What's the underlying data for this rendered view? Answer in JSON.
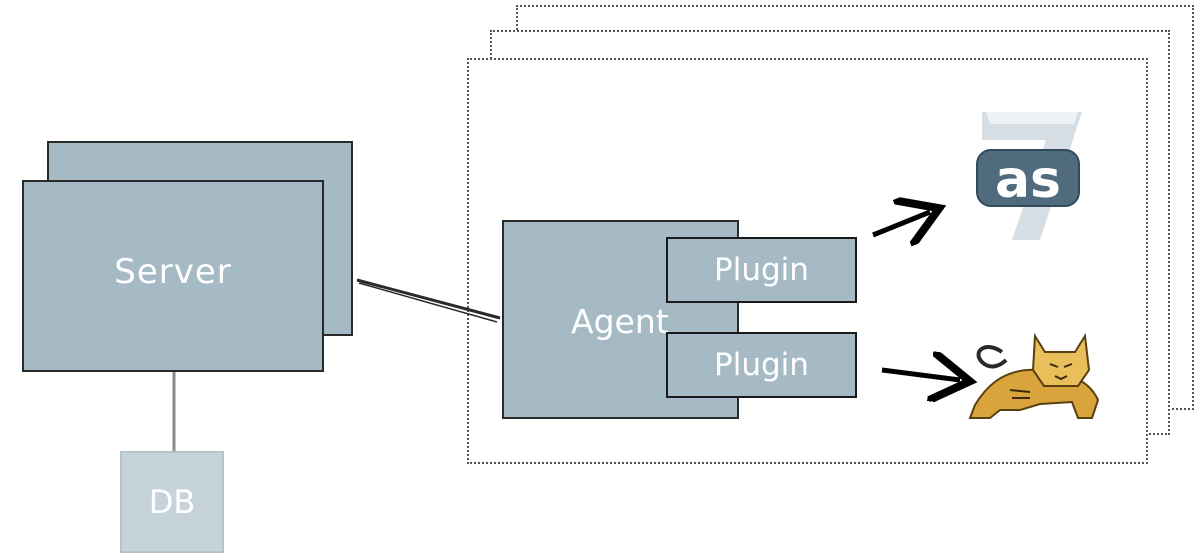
{
  "server": {
    "label": "Server"
  },
  "db": {
    "label": "DB"
  },
  "agent": {
    "label": "Agent"
  },
  "plugins": [
    {
      "label": "Plugin"
    },
    {
      "label": "Plugin"
    }
  ],
  "logos": {
    "top": {
      "text": "as",
      "icon": "jboss-as7-logo-icon"
    },
    "bottom": {
      "icon": "tomcat-cat-icon"
    }
  },
  "colors": {
    "node_fill": "#a6bac6",
    "db_fill": "#c7d3da",
    "outline": "#2a2a2a",
    "logo_blue": "#4f6b7d",
    "tomcat_orange": "#d9a43c"
  }
}
